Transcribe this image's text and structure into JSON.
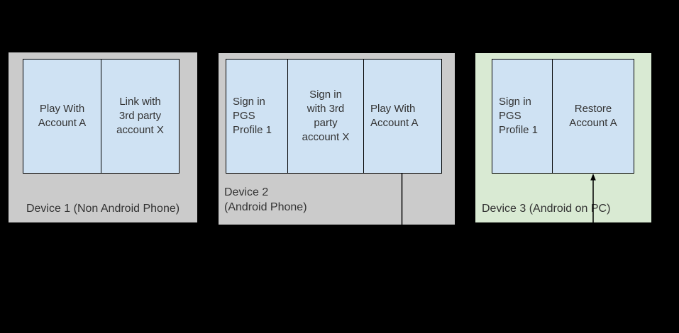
{
  "diagram": {
    "background_color": "#000000",
    "devices": [
      {
        "label": "Device 1 (Non Android Phone)",
        "panel_color": "#cbcbcb",
        "steps": [
          {
            "text": "Play With\nAccount A"
          },
          {
            "text": "Link with\n3rd party\naccount X"
          }
        ]
      },
      {
        "label": "Device 2\n(Android Phone)",
        "panel_color": "#cbcbcb",
        "steps": [
          {
            "text": "Sign in\nPGS\nProfile 1"
          },
          {
            "text": "Sign in\nwith 3rd\nparty\naccount X"
          },
          {
            "text": "Play With\nAccount A"
          }
        ]
      },
      {
        "label": "Device 3 (Android on PC)",
        "panel_color": "#d9ead3",
        "steps": [
          {
            "text": "Sign in\nPGS\nProfile 1"
          },
          {
            "text": "Restore\nAccount A"
          }
        ]
      }
    ],
    "connector": {
      "from": "Play With Account A (Device 2)",
      "to": "Restore Account A (Device 3)",
      "line_color": "#000000"
    },
    "colors": {
      "step_box_fill": "#cfe2f3",
      "step_box_border": "#000000",
      "text": "#333333"
    }
  }
}
